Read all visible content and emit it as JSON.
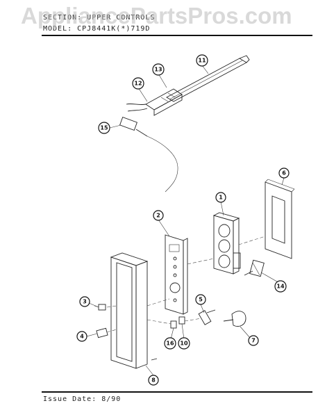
{
  "header": {
    "section_line": "SECTION: UPPER CONTROLS",
    "model_line": "MODEL: CPJ8441K(*)719D"
  },
  "watermark": "AppliancePartsPros.com",
  "footer": {
    "issue_date": "Issue Date: 8/90"
  },
  "callouts": [
    "1",
    "2",
    "3",
    "4",
    "5",
    "6",
    "7",
    "8",
    "10",
    "11",
    "12",
    "13",
    "14",
    "15",
    "16"
  ]
}
